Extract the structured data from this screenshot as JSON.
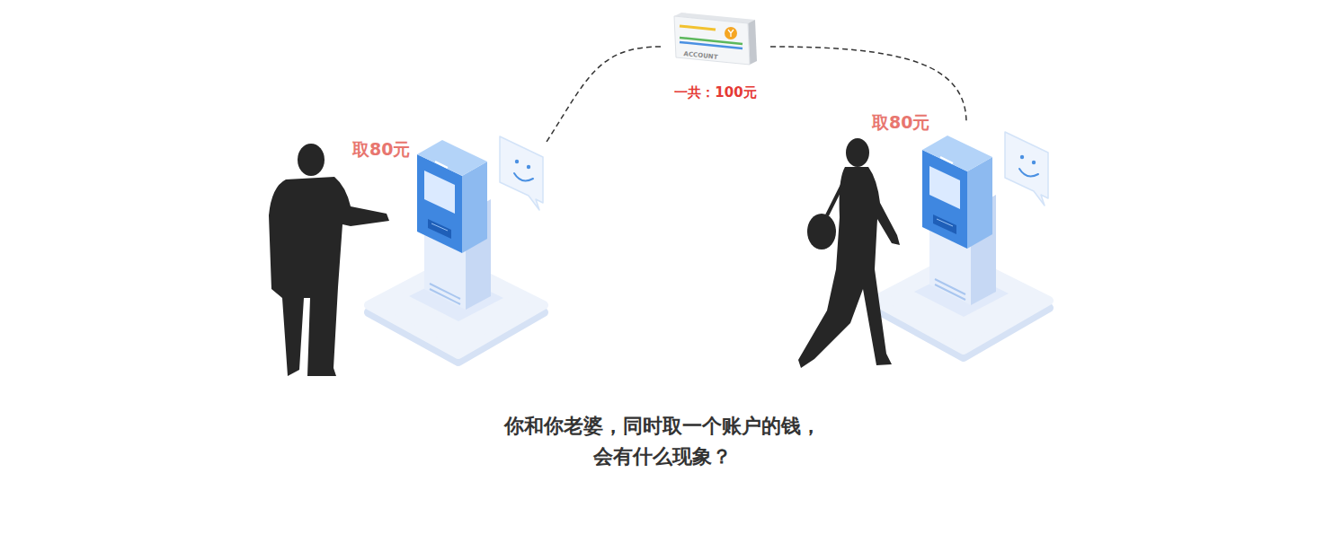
{
  "diagram": {
    "caption": "你和你老婆，同时取一个账户的钱， 会有什么现象？",
    "nodes": [
      {
        "text": [
          "ACCOUNT",
          "一共：100元"
        ]
      },
      {
        "text": [
          "取80元"
        ]
      },
      {
        "text": [
          "取80元"
        ]
      }
    ],
    "edges": [
      {
        "from": 0,
        "to": 1,
        "arrow": "none"
      },
      {
        "from": 0,
        "to": 2,
        "arrow": "none"
      }
    ]
  }
}
